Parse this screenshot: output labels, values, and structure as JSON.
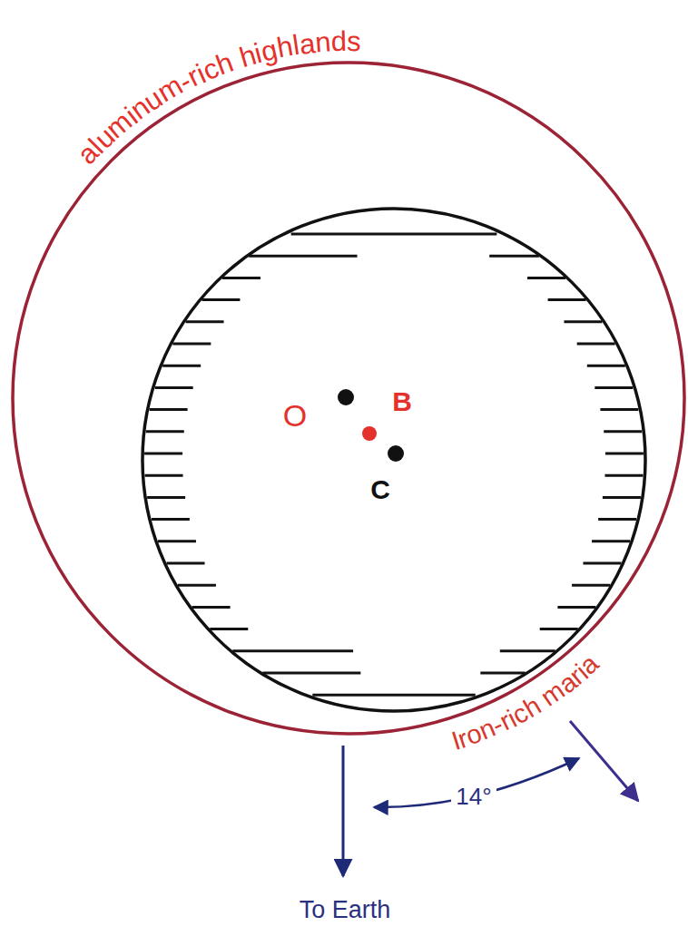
{
  "diagram": {
    "labels": [
      "aluminum-rich highlands",
      "O",
      "B",
      "C",
      "Iron-rich maria",
      "14°",
      "To Earth"
    ]
  }
}
